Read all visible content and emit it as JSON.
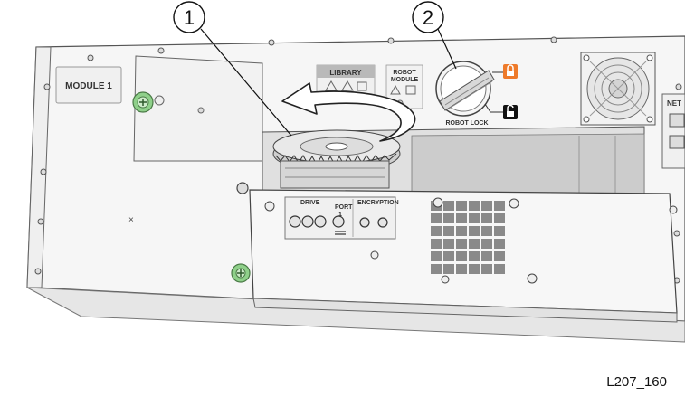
{
  "callouts": [
    {
      "number": "1"
    },
    {
      "number": "2"
    }
  ],
  "labels": {
    "module": "MODULE 1",
    "library": "LIBRARY",
    "robot_module_line1": "ROBOT",
    "robot_module_line2": "MODULE",
    "robot_lock": "ROBOT LOCK",
    "drive": "DRIVE",
    "port_line1": "PORT",
    "port_line2": "1",
    "encryption": "ENCRYPTION",
    "net": "NET"
  },
  "figure_id": "L207_160",
  "colors": {
    "green_screw": "#8fd08a",
    "lock_orange": "#ee7a2a",
    "chassis_fill": "#f4f4f4",
    "line": "#555555"
  }
}
